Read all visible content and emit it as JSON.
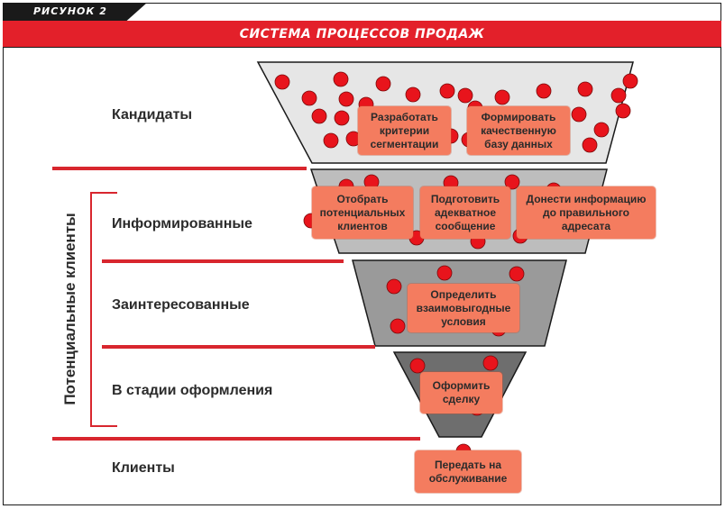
{
  "figure_label": "РИСУНОК 2",
  "title": "СИСТЕМА ПРОЦЕССОВ ПРОДАЖ",
  "group_label": "Потенциальные клиенты",
  "stages": [
    {
      "label": "Кандидаты"
    },
    {
      "label": "Информированные"
    },
    {
      "label": "Заинтересованные"
    },
    {
      "label": "В стадии оформления"
    },
    {
      "label": "Клиенты"
    }
  ],
  "actions": [
    {
      "text": "Разработать\nкритерии\nсегментации",
      "stage": "Кандидаты"
    },
    {
      "text": "Формировать\nкачественную\nбазу данных",
      "stage": "Кандидаты"
    },
    {
      "text": "Отобрать\nпотенциальных\nклиентов",
      "stage": "Информированные"
    },
    {
      "text": "Подготовить\nадекватное\nсообщение",
      "stage": "Информированные"
    },
    {
      "text": "Донести информацию\nдо правильного\nадресата",
      "stage": "Информированные"
    },
    {
      "text": "Определить\nвзаимовыгодные\nусловия",
      "stage": "Заинтересованные"
    },
    {
      "text": "Оформить\nсделку",
      "stage": "В стадии оформления"
    },
    {
      "text": "Передать на\nобслуживание",
      "stage": "Клиенты"
    }
  ],
  "colors": {
    "accent_red": "#e3202a",
    "ball_red": "#e8141c",
    "action_box": "#f47c5f",
    "funnel_levels": [
      "#e6e6e6",
      "#bdbdbd",
      "#9a9a9a",
      "#6e6e6e",
      "#4a4a4a"
    ]
  }
}
